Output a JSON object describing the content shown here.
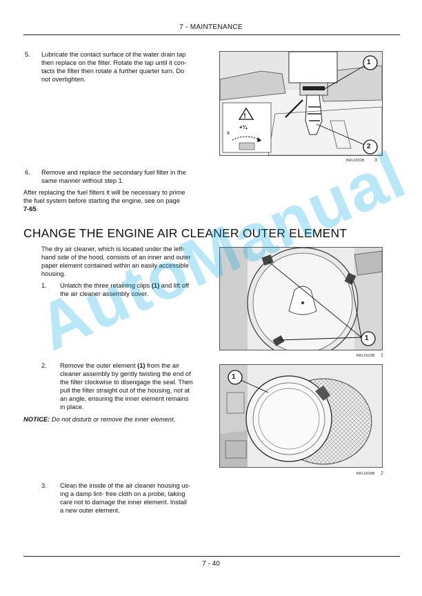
{
  "header": {
    "title": "7 - MAINTENANCE"
  },
  "step5": {
    "number": "5.",
    "lines": [
      "Lubricate the contact surface of the water drain tap",
      "then replace on the filter. Rotate the tap until it con-",
      "tacts the filter then rotate a further quarter turn. Do",
      "not overtighten."
    ]
  },
  "figure1": {
    "caption": "BRL6002B",
    "number": "3",
    "callouts": [
      "1",
      "2"
    ],
    "warning_text": "+¼"
  },
  "step6": {
    "number": "6.",
    "lines": [
      "Remove and replace the secondary fuel filter in the",
      "same manner without step 1."
    ]
  },
  "after": {
    "lines": [
      "After replacing the fuel filters it will be necessary to prime",
      "the fuel system before starting the engine, see on page"
    ],
    "page_ref": "7-65",
    "page_ref_end": "."
  },
  "section_title": "CHANGE THE ENGINE AIR CLEANER OUTER ELEMENT",
  "intro": {
    "lines": [
      "The dry air cleaner, which is located under the left-",
      "hand side of the hood, consists of an inner and outer",
      "paper element contained within an easily accessible",
      "housing."
    ]
  },
  "step1": {
    "number": "1.",
    "line1_pre": "Unlatch the three retaining clips ",
    "line1_bold": "(1)",
    "line1_post": " and lift off",
    "line2": "the air cleaner assembly cover."
  },
  "figure2": {
    "caption": "BRL6033B",
    "number": "1",
    "callouts": [
      "1"
    ]
  },
  "step2": {
    "number": "2.",
    "line1_pre": "Remove the outer element ",
    "line1_bold": "(1)",
    "line1_post": " from the air",
    "lines": [
      "cleaner assembly by gently twisting the end of",
      "the filter clockwise to disengage the seal. Then",
      "pull the filter straight out of the housing, not at",
      "an angle, ensuring the inner element remains",
      "in place."
    ]
  },
  "notice": {
    "label": "NOTICE:",
    "text": " Do not disturb or remove the inner element."
  },
  "figure3": {
    "caption": "BRL6034B",
    "number": "2",
    "callouts": [
      "1"
    ]
  },
  "step3": {
    "number": "3.",
    "lines": [
      "Clean the inside of the air cleaner housing us-",
      "ing a damp lint- free cloth on a probe, taking",
      "care not to damage the inner element. Install",
      "a new outer element."
    ]
  },
  "watermark": "AutoManual",
  "footer": {
    "page": "7 - 40"
  }
}
